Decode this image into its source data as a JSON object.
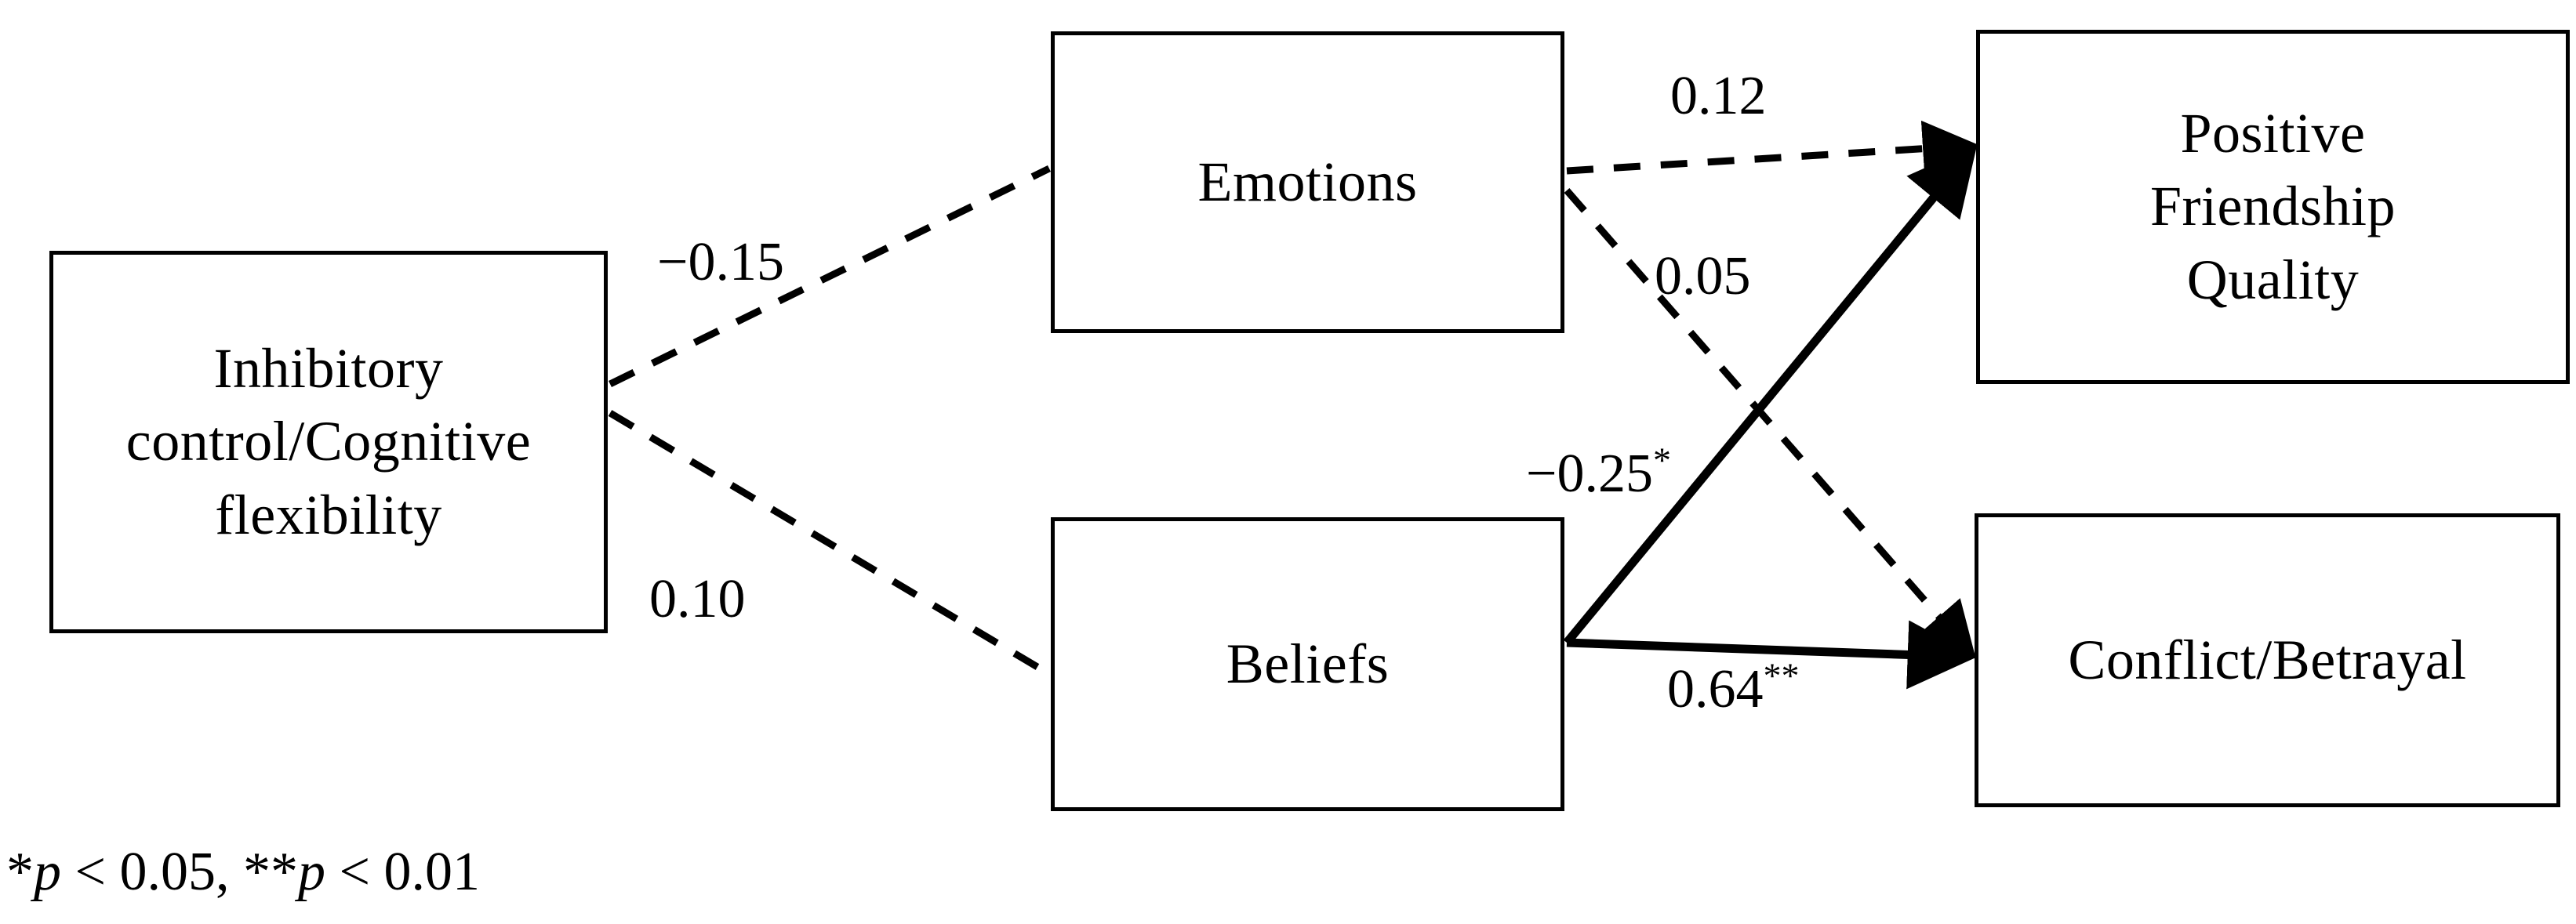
{
  "figure": {
    "type": "path-diagram",
    "background": "#ffffff",
    "line_color": "#000000",
    "nodes": [
      {
        "id": "inhibitory-control",
        "label": "Inhibitory\ncontrol/Cognitive\nflexibility"
      },
      {
        "id": "emotions",
        "label": "Emotions"
      },
      {
        "id": "beliefs",
        "label": "Beliefs"
      },
      {
        "id": "positive-friendship-quality",
        "label": "Positive\nFriendship\nQuality"
      },
      {
        "id": "conflict-betrayal",
        "label": "Conflict/Betrayal"
      }
    ],
    "edges": [
      {
        "id": "ic-to-emotions",
        "from": "inhibitory-control",
        "to": "emotions",
        "coefficient": "−0.15",
        "stars": "",
        "style": "dashed",
        "significant": false
      },
      {
        "id": "ic-to-beliefs",
        "from": "inhibitory-control",
        "to": "beliefs",
        "coefficient": "0.10",
        "stars": "",
        "style": "dashed",
        "significant": false
      },
      {
        "id": "emotions-to-pfq",
        "from": "emotions",
        "to": "positive-friendship-quality",
        "coefficient": "0.12",
        "stars": "",
        "style": "dashed",
        "significant": false
      },
      {
        "id": "emotions-to-conflict",
        "from": "emotions",
        "to": "conflict-betrayal",
        "coefficient": "0.05",
        "stars": "",
        "style": "dashed",
        "significant": false
      },
      {
        "id": "beliefs-to-pfq",
        "from": "beliefs",
        "to": "positive-friendship-quality",
        "coefficient": "−0.25",
        "stars": "*",
        "style": "solid",
        "significant": true
      },
      {
        "id": "beliefs-to-conflict",
        "from": "beliefs",
        "to": "conflict-betrayal",
        "coefficient": "0.64",
        "stars": "**",
        "style": "solid",
        "significant": true
      }
    ],
    "footnote": {
      "star_one": "*",
      "p_one": "p",
      "cond_one": " < 0.05, ",
      "star_two": "**",
      "p_two": "p",
      "cond_two": " < 0.01"
    }
  },
  "chart_data": {
    "type": "diagram",
    "title": "",
    "nodes": [
      "Inhibitory control/Cognitive flexibility",
      "Emotions",
      "Beliefs",
      "Positive Friendship Quality",
      "Conflict/Betrayal"
    ],
    "paths": [
      {
        "from": "Inhibitory control/Cognitive flexibility",
        "to": "Emotions",
        "value": -0.15,
        "p_level": "ns",
        "line": "dashed"
      },
      {
        "from": "Inhibitory control/Cognitive flexibility",
        "to": "Beliefs",
        "value": 0.1,
        "p_level": "ns",
        "line": "dashed"
      },
      {
        "from": "Emotions",
        "to": "Positive Friendship Quality",
        "value": 0.12,
        "p_level": "ns",
        "line": "dashed"
      },
      {
        "from": "Emotions",
        "to": "Conflict/Betrayal",
        "value": 0.05,
        "p_level": "ns",
        "line": "dashed"
      },
      {
        "from": "Beliefs",
        "to": "Positive Friendship Quality",
        "value": -0.25,
        "p_level": "p<0.05",
        "line": "solid"
      },
      {
        "from": "Beliefs",
        "to": "Conflict/Betrayal",
        "value": 0.64,
        "p_level": "p<0.01",
        "line": "solid"
      }
    ],
    "legend": "* p < 0.05, ** p < 0.01"
  }
}
